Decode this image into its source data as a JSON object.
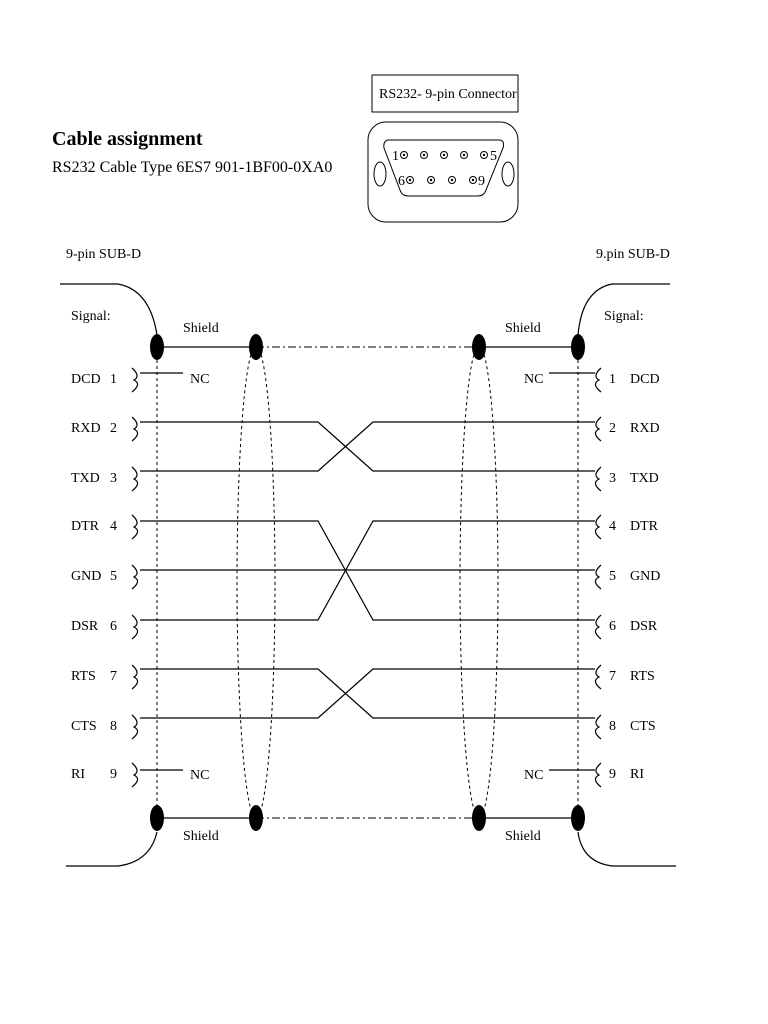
{
  "header": {
    "title": "Cable assignment",
    "subtitle": "RS232 Cable Type 6ES7 901-1BF00-0XA0"
  },
  "connector": {
    "label": "RS232- 9-pin Connector",
    "pins_top": [
      "1",
      "5"
    ],
    "pins_bottom": [
      "6",
      "9"
    ]
  },
  "left_side": {
    "connector_label": "9-pin SUB-D",
    "signal_header": "Signal:",
    "shield_label": "Shield"
  },
  "right_side": {
    "connector_label": "9.pin SUB-D",
    "signal_header": "Signal:",
    "shield_label": "Shield"
  },
  "nc_label": "NC",
  "left_pins": [
    {
      "pin": "1",
      "signal": "DCD"
    },
    {
      "pin": "2",
      "signal": "RXD"
    },
    {
      "pin": "3",
      "signal": "TXD"
    },
    {
      "pin": "4",
      "signal": "DTR"
    },
    {
      "pin": "5",
      "signal": "GND"
    },
    {
      "pin": "6",
      "signal": "DSR"
    },
    {
      "pin": "7",
      "signal": "RTS"
    },
    {
      "pin": "8",
      "signal": "CTS"
    },
    {
      "pin": "9",
      "signal": "RI"
    }
  ],
  "right_pins": [
    {
      "pin": "1",
      "signal": "DCD"
    },
    {
      "pin": "2",
      "signal": "RXD"
    },
    {
      "pin": "3",
      "signal": "TXD"
    },
    {
      "pin": "4",
      "signal": "DTR"
    },
    {
      "pin": "5",
      "signal": "GND"
    },
    {
      "pin": "6",
      "signal": "DSR"
    },
    {
      "pin": "7",
      "signal": "RTS"
    },
    {
      "pin": "8",
      "signal": "CTS"
    },
    {
      "pin": "9",
      "signal": "RI"
    }
  ],
  "wiring": [
    {
      "from": "2",
      "to": "3"
    },
    {
      "from": "3",
      "to": "2"
    },
    {
      "from": "4",
      "to": "6"
    },
    {
      "from": "5",
      "to": "5"
    },
    {
      "from": "6",
      "to": "4"
    },
    {
      "from": "7",
      "to": "8"
    },
    {
      "from": "8",
      "to": "7"
    }
  ]
}
